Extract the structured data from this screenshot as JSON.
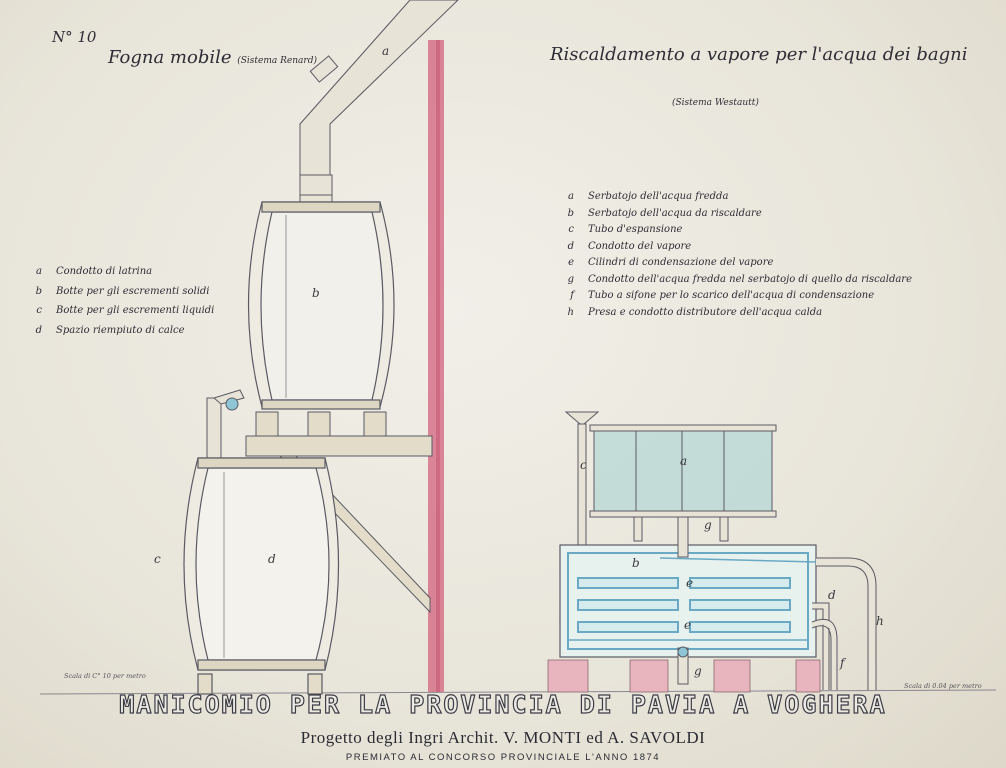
{
  "plate_number": "N° 10",
  "left_panel": {
    "title": "Fogna mobile",
    "subtitle": "(Sistema Renard)",
    "legend": [
      {
        "key": "a",
        "text": "Condotto di latrina"
      },
      {
        "key": "b",
        "text": "Botte per gli escrementi solidi"
      },
      {
        "key": "c",
        "text": "Botte per gli escrementi liquidi"
      },
      {
        "key": "d",
        "text": "Spazio riempiuto di calce"
      }
    ],
    "labels": {
      "a": "a",
      "b": "b",
      "c": "c",
      "d": "d"
    },
    "scale": "Scala di C° 10 per metro"
  },
  "right_panel": {
    "title": "Riscaldamento a vapore per l'acqua dei bagni",
    "subtitle": "(Sistema Westautt)",
    "legend": [
      {
        "key": "a",
        "text": "Serbatojo dell'acqua fredda"
      },
      {
        "key": "b",
        "text": "Serbatojo dell'acqua da riscaldare"
      },
      {
        "key": "c",
        "text": "Tubo d'espansione"
      },
      {
        "key": "d",
        "text": "Condotto del vapore"
      },
      {
        "key": "e",
        "text": "Cilindri di condensazione del vapore"
      },
      {
        "key": "g",
        "text": "Condotto dell'acqua fredda nel serbatojo di quello da riscaldare"
      },
      {
        "key": "f",
        "text": "Tubo a sifone per lo scarico dell'acqua di condensazione"
      },
      {
        "key": "h",
        "text": "Presa e condotto distributore dell'acqua calda"
      }
    ],
    "labels": {
      "a": "a",
      "b": "b",
      "c": "c",
      "d": "d",
      "e1": "e",
      "e2": "e",
      "f": "f",
      "g1": "g",
      "g2": "g",
      "h": "h"
    },
    "scale": "Scala di 0.04 per metro"
  },
  "footer": {
    "title": "MANICOMIO PER LA PROVINCIA DI PAVIA A VOGHERA",
    "subtitle": "Progetto degli Ingri Archit. V. MONTI ed A. SAVOLDI",
    "prize": "PREMIATO AL CONCORSO PROVINCIALE L'ANNO 1874"
  },
  "colors": {
    "paper": "#ece9df",
    "ink": "#2e2d35",
    "wall_red": "#d46a83",
    "wood": "#e2dcc8",
    "water_blue": "#9fd0d4",
    "pipe_blue": "#6aa9c4",
    "base_pink": "#e8b4bd"
  }
}
